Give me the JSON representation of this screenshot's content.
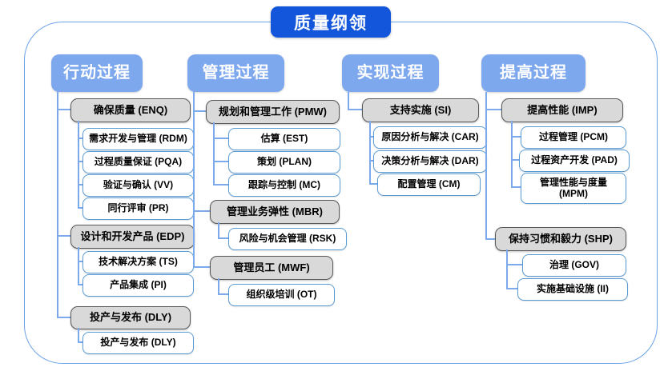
{
  "title": "质量纲领",
  "colors": {
    "title_bg": "#1356DB",
    "header_bg": "#7DA8EE",
    "gray_fill": "#D9D9D9",
    "gray_border": "#595959",
    "white_border": "#5B9BD5",
    "line": "#7AA9EC",
    "frame_border": "#6AA2E8"
  },
  "tree": {
    "columns": [
      {
        "header": "行动过程",
        "groups": [
          {
            "label": "确保质量 (ENQ)",
            "children": [
              "需求开发与管理 (RDM)",
              "过程质量保证 (PQA)",
              "验证与确认 (VV)",
              "同行评审 (PR)"
            ]
          },
          {
            "label": "设计和开发产品 (EDP)",
            "children": [
              "技术解决方案 (TS)",
              "产品集成 (PI)"
            ]
          },
          {
            "label": "投产与发布 (DLY)",
            "children": [
              "投产与发布 (DLY)"
            ]
          }
        ]
      },
      {
        "header": "管理过程",
        "groups": [
          {
            "label": "规划和管理工作 (PMW)",
            "children": [
              "估算 (EST)",
              "策划 (PLAN)",
              "跟踪与控制 (MC)"
            ]
          },
          {
            "label": "管理业务弹性 (MBR)",
            "children": [
              "风险与机会管理 (RSK)"
            ]
          },
          {
            "label": "管理员工 (MWF)",
            "children": [
              "组织级培训 (OT)"
            ]
          }
        ]
      },
      {
        "header": "实现过程",
        "groups": [
          {
            "label": "支持实施 (SI)",
            "children": [
              "原因分析与解决 (CAR)",
              "决策分析与解决 (DAR)",
              "配置管理 (CM)"
            ]
          }
        ]
      },
      {
        "header": "提高过程",
        "groups": [
          {
            "label": "提高性能 (IMP)",
            "children": [
              "过程管理 (PCM)",
              "过程资产开发 (PAD)",
              "管理性能与度量\n(MPM)"
            ]
          },
          {
            "label": "保持习惯和毅力 (SHP)",
            "children": [
              "治理 (GOV)",
              "实施基础设施 (II)"
            ]
          }
        ]
      }
    ]
  }
}
